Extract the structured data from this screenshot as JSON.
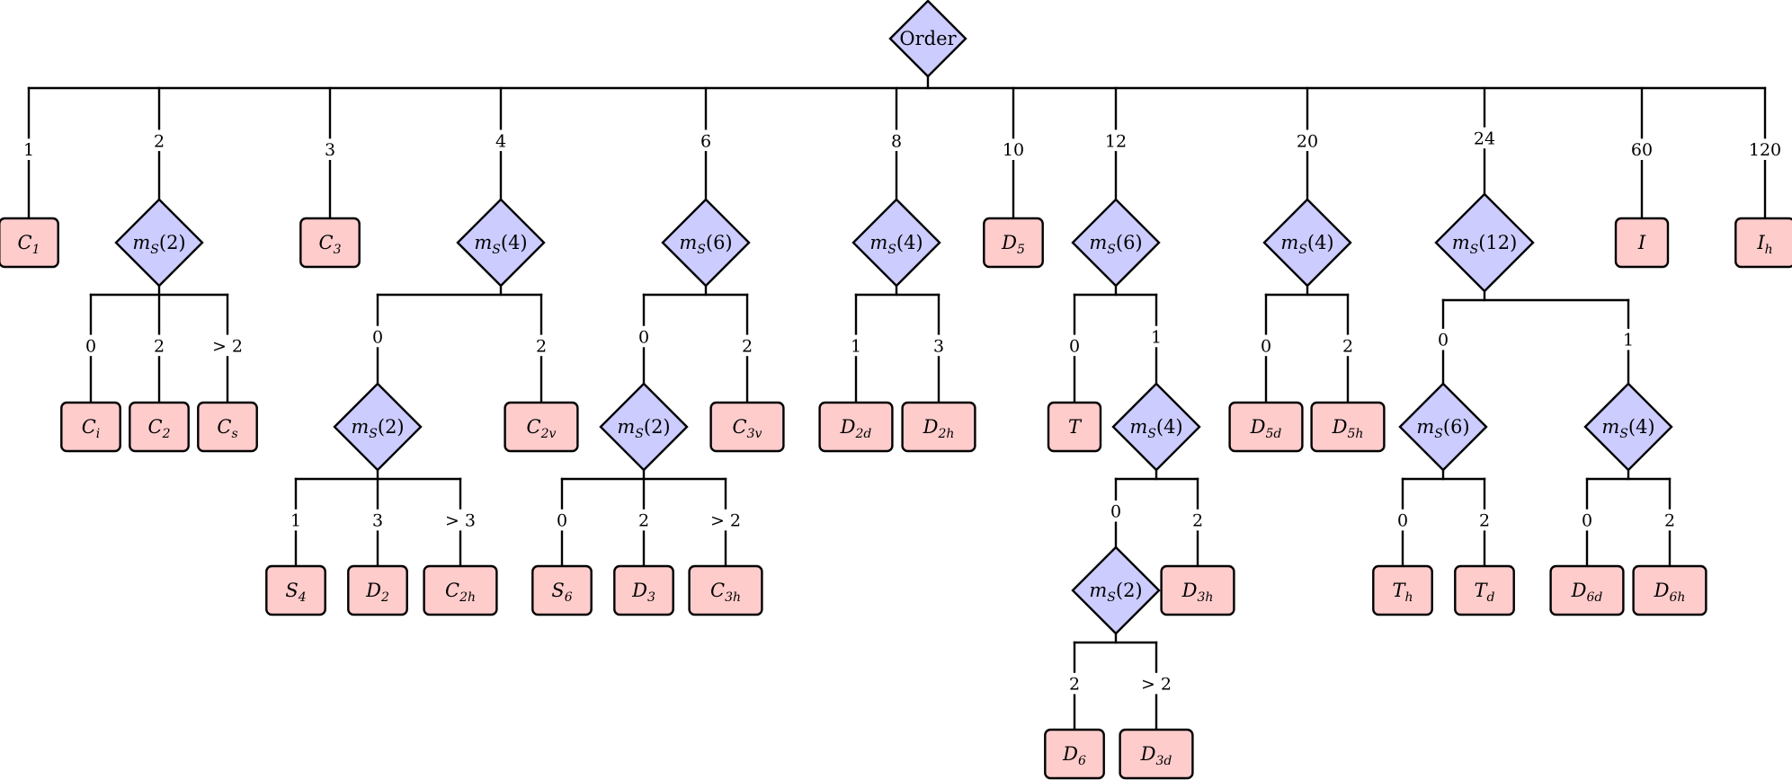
{
  "colors": {
    "decision_fill": "#ccccff",
    "leaf_fill": "#ffcccc",
    "stroke": "#000000"
  },
  "root": {
    "id": "root",
    "type": "decision",
    "label": "Order",
    "children": [
      {
        "edge": "1",
        "node": {
          "id": "C1",
          "type": "leaf",
          "label": "C",
          "sub": "1",
          "italic": true
        }
      },
      {
        "edge": "2",
        "node": {
          "id": "msA",
          "type": "decision",
          "label": "m",
          "sub": "S",
          "arg": "(2)",
          "children": [
            {
              "edge": "0",
              "node": {
                "id": "Ci",
                "type": "leaf",
                "label": "C",
                "sub": "i",
                "italic": true
              }
            },
            {
              "edge": "2",
              "node": {
                "id": "C2",
                "type": "leaf",
                "label": "C",
                "sub": "2",
                "italic": true
              }
            },
            {
              "edge": "> 2",
              "node": {
                "id": "Cs",
                "type": "leaf",
                "label": "C",
                "sub": "s",
                "italic": true
              }
            }
          ]
        }
      },
      {
        "edge": "3",
        "node": {
          "id": "C3",
          "type": "leaf",
          "label": "C",
          "sub": "3",
          "italic": true
        }
      },
      {
        "edge": "4",
        "node": {
          "id": "msB",
          "type": "decision",
          "label": "m",
          "sub": "S",
          "arg": "(4)",
          "children": [
            {
              "edge": "0",
              "node": {
                "id": "msB1",
                "type": "decision",
                "label": "m",
                "sub": "S",
                "arg": "(2)",
                "children": [
                  {
                    "edge": "1",
                    "node": {
                      "id": "S4",
                      "type": "leaf",
                      "label": "S",
                      "sub": "4",
                      "italic": true
                    }
                  },
                  {
                    "edge": "3",
                    "node": {
                      "id": "D2",
                      "type": "leaf",
                      "label": "D",
                      "sub": "2",
                      "italic": true
                    }
                  },
                  {
                    "edge": "> 3",
                    "node": {
                      "id": "C2h",
                      "type": "leaf",
                      "label": "C",
                      "sub": "2h",
                      "italic": true
                    }
                  }
                ]
              }
            },
            {
              "edge": "2",
              "node": {
                "id": "C2v",
                "type": "leaf",
                "label": "C",
                "sub": "2v",
                "italic": true
              }
            }
          ]
        }
      },
      {
        "edge": "6",
        "node": {
          "id": "msC",
          "type": "decision",
          "label": "m",
          "sub": "S",
          "arg": "(6)",
          "children": [
            {
              "edge": "0",
              "node": {
                "id": "msC1",
                "type": "decision",
                "label": "m",
                "sub": "S",
                "arg": "(2)",
                "children": [
                  {
                    "edge": "0",
                    "node": {
                      "id": "S6",
                      "type": "leaf",
                      "label": "S",
                      "sub": "6",
                      "italic": true
                    }
                  },
                  {
                    "edge": "2",
                    "node": {
                      "id": "D3",
                      "type": "leaf",
                      "label": "D",
                      "sub": "3",
                      "italic": true
                    }
                  },
                  {
                    "edge": "> 2",
                    "node": {
                      "id": "C3h",
                      "type": "leaf",
                      "label": "C",
                      "sub": "3h",
                      "italic": true
                    }
                  }
                ]
              }
            },
            {
              "edge": "2",
              "node": {
                "id": "C3v",
                "type": "leaf",
                "label": "C",
                "sub": "3v",
                "italic": true
              }
            }
          ]
        }
      },
      {
        "edge": "8",
        "node": {
          "id": "msD",
          "type": "decision",
          "label": "m",
          "sub": "S",
          "arg": "(4)",
          "children": [
            {
              "edge": "1",
              "node": {
                "id": "D2d",
                "type": "leaf",
                "label": "D",
                "sub": "2d",
                "italic": true
              }
            },
            {
              "edge": "3",
              "node": {
                "id": "D2h",
                "type": "leaf",
                "label": "D",
                "sub": "2h",
                "italic": true
              }
            }
          ]
        }
      },
      {
        "edge": "10",
        "node": {
          "id": "D5",
          "type": "leaf",
          "label": "D",
          "sub": "5",
          "italic": true
        }
      },
      {
        "edge": "12",
        "node": {
          "id": "msE",
          "type": "decision",
          "label": "m",
          "sub": "S",
          "arg": "(6)",
          "children": [
            {
              "edge": "0",
              "node": {
                "id": "T",
                "type": "leaf",
                "label": "T",
                "sub": "",
                "italic": true
              }
            },
            {
              "edge": "1",
              "node": {
                "id": "msE1",
                "type": "decision",
                "label": "m",
                "sub": "S",
                "arg": "(4)",
                "children": [
                  {
                    "edge": "0",
                    "node": {
                      "id": "msE2",
                      "type": "decision",
                      "label": "m",
                      "sub": "S",
                      "arg": "(2)",
                      "children": [
                        {
                          "edge": "2",
                          "node": {
                            "id": "D6",
                            "type": "leaf",
                            "label": "D",
                            "sub": "6",
                            "italic": true
                          }
                        },
                        {
                          "edge": "> 2",
                          "node": {
                            "id": "D3d",
                            "type": "leaf",
                            "label": "D",
                            "sub": "3d",
                            "italic": true
                          }
                        }
                      ]
                    }
                  },
                  {
                    "edge": "2",
                    "node": {
                      "id": "D3h",
                      "type": "leaf",
                      "label": "D",
                      "sub": "3h",
                      "italic": true
                    }
                  }
                ]
              }
            }
          ]
        }
      },
      {
        "edge": "20",
        "node": {
          "id": "msF",
          "type": "decision",
          "label": "m",
          "sub": "S",
          "arg": "(4)",
          "children": [
            {
              "edge": "0",
              "node": {
                "id": "D5d",
                "type": "leaf",
                "label": "D",
                "sub": "5d",
                "italic": true
              }
            },
            {
              "edge": "2",
              "node": {
                "id": "D5h",
                "type": "leaf",
                "label": "D",
                "sub": "5h",
                "italic": true
              }
            }
          ]
        }
      },
      {
        "edge": "24",
        "node": {
          "id": "msG",
          "type": "decision",
          "label": "m",
          "sub": "S",
          "arg": "(12)",
          "children": [
            {
              "edge": "0",
              "node": {
                "id": "msG1",
                "type": "decision",
                "label": "m",
                "sub": "S",
                "arg": "(6)",
                "children": [
                  {
                    "edge": "0",
                    "node": {
                      "id": "Th",
                      "type": "leaf",
                      "label": "T",
                      "sub": "h",
                      "italic": true
                    }
                  },
                  {
                    "edge": "2",
                    "node": {
                      "id": "Td",
                      "type": "leaf",
                      "label": "T",
                      "sub": "d",
                      "italic": true
                    }
                  }
                ]
              }
            },
            {
              "edge": "1",
              "node": {
                "id": "msG2",
                "type": "decision",
                "label": "m",
                "sub": "S",
                "arg": "(4)",
                "children": [
                  {
                    "edge": "0",
                    "node": {
                      "id": "D6d",
                      "type": "leaf",
                      "label": "D",
                      "sub": "6d",
                      "italic": true
                    }
                  },
                  {
                    "edge": "2",
                    "node": {
                      "id": "D6h",
                      "type": "leaf",
                      "label": "D",
                      "sub": "6h",
                      "italic": true
                    }
                  }
                ]
              }
            }
          ]
        }
      },
      {
        "edge": "60",
        "node": {
          "id": "I",
          "type": "leaf",
          "label": "I",
          "sub": "",
          "italic": true
        }
      },
      {
        "edge": "120",
        "node": {
          "id": "Ih",
          "type": "leaf",
          "label": "I",
          "sub": "h",
          "italic": true
        }
      }
    ]
  }
}
